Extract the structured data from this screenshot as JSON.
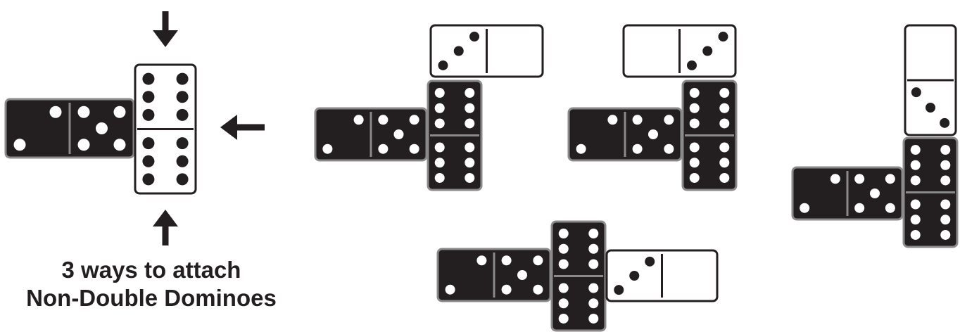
{
  "caption": {
    "line1": "3 ways to attach",
    "line2": "Non-Double Dominoes"
  },
  "colors": {
    "black_tile": "#231f20",
    "tile_border": "#8a8a8a",
    "white_tile": "#ffffff",
    "pip_on_black": "#ffffff",
    "pip_on_white": "#231f20",
    "arrow": "#231f20"
  },
  "dominoes": {
    "double_tile": {
      "ends": [
        6,
        6
      ]
    },
    "non_double_tile": {
      "ends": [
        2,
        5
      ]
    },
    "attached_tile": {
      "ends": [
        3,
        0
      ]
    }
  },
  "arrows": [
    {
      "name": "arrow-from-top",
      "direction": "down"
    },
    {
      "name": "arrow-from-right",
      "direction": "left"
    },
    {
      "name": "arrow-from-bottom",
      "direction": "up"
    }
  ],
  "examples": [
    {
      "name": "example-attach-top-left",
      "attached_side": "top"
    },
    {
      "name": "example-attach-top-right",
      "attached_side": "top"
    },
    {
      "name": "example-attach-right",
      "attached_side": "right"
    },
    {
      "name": "example-attach-top-vertical",
      "attached_side": "top"
    }
  ]
}
